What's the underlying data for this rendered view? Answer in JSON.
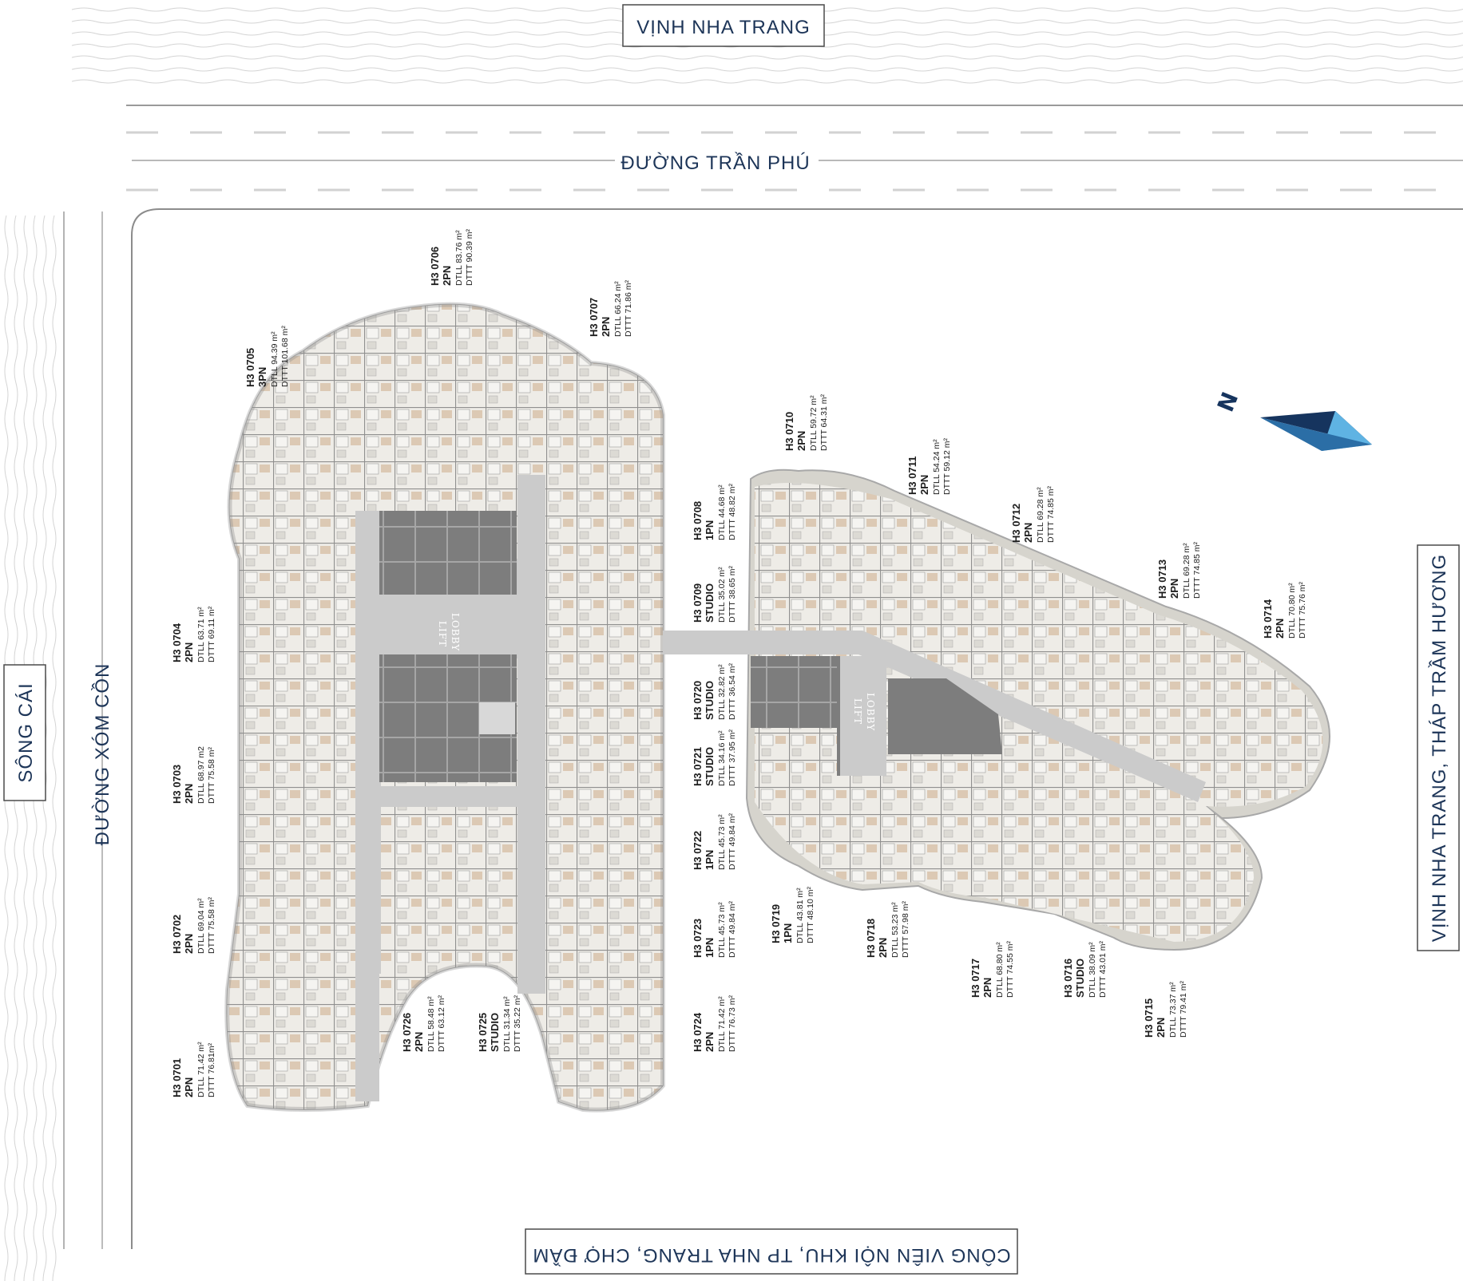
{
  "surroundings": {
    "north": "VỊNH NHA TRANG",
    "street_north": "ĐƯỜNG TRẦN PHÚ",
    "west_river": "SÔNG CÁI",
    "west_street": "ĐƯỜNG XÓM CỒN",
    "east": "VỊNH NHA TRANG, THÁP TRẦM HƯƠNG",
    "south": "CÔNG VIÊN NỘI KHU, TP NHA TRANG, CHỢ ĐẦM"
  },
  "compass": {
    "letter": "N"
  },
  "lobbies": [
    {
      "line1": "LIFT",
      "line2": "LOBBY"
    },
    {
      "line1": "LIFT",
      "line2": "LOBBY"
    }
  ],
  "units": [
    {
      "code": "H3 0701",
      "type": "2PN",
      "dtll": "DTLL 71.42 m²",
      "dttt": "DTTT 76.81m²"
    },
    {
      "code": "H3 0702",
      "type": "2PN",
      "dtll": "DTLL 69.04 m²",
      "dttt": "DTTT 75.58 m²"
    },
    {
      "code": "H3 0703",
      "type": "2PN",
      "dtll": "DTLL 68.97 m2",
      "dttt": "DTTT 75.58 m²"
    },
    {
      "code": "H3 0704",
      "type": "2PN",
      "dtll": "DTLL 63.71 m²",
      "dttt": "DTTT 69.11 m²"
    },
    {
      "code": "H3 0705",
      "type": "3PN",
      "dtll": "DTLL 94.39 m²",
      "dttt": "DTTT 101.68 m²"
    },
    {
      "code": "H3 0706",
      "type": "2PN",
      "dtll": "DTLL 83.76 m²",
      "dttt": "DTTT 90.39 m²"
    },
    {
      "code": "H3 0707",
      "type": "2PN",
      "dtll": "DTLL 66.24 m²",
      "dttt": "DTTT 71.86 m²"
    },
    {
      "code": "H3 0708",
      "type": "1PN",
      "dtll": "DTLL 44.68 m²",
      "dttt": "DTTT 48.82 m²"
    },
    {
      "code": "H3 0709",
      "type": "STUDIO",
      "dtll": "DTLL 35.02 m²",
      "dttt": "DTTT 38.65 m²"
    },
    {
      "code": "H3 0710",
      "type": "2PN",
      "dtll": "DTLL 59.72 m²",
      "dttt": "DTTT 64.31 m²"
    },
    {
      "code": "H3 0711",
      "type": "2PN",
      "dtll": "DTLL 54.24 m²",
      "dttt": "DTTT 59.12 m²"
    },
    {
      "code": "H3 0712",
      "type": "2PN",
      "dtll": "DTLL 69.28 m²",
      "dttt": "DTTT 74.85 m²"
    },
    {
      "code": "H3 0713",
      "type": "2PN",
      "dtll": "DTLL 69.28 m²",
      "dttt": "DTTT 74.85 m²"
    },
    {
      "code": "H3 0714",
      "type": "2PN",
      "dtll": "DTLL 70.80 m²",
      "dttt": "DTTT 75.76 m²"
    },
    {
      "code": "H3 0715",
      "type": "2PN",
      "dtll": "DTLL 73.37 m²",
      "dttt": "DTTT 79.41 m²"
    },
    {
      "code": "H3 0716",
      "type": "STUDIO",
      "dtll": "DTLL 38.09 m²",
      "dttt": "DTTT 43.01 m²"
    },
    {
      "code": "H3 0717",
      "type": "2PN",
      "dtll": "DTLL 68.80 m²",
      "dttt": "DTTT 74.55 m²"
    },
    {
      "code": "H3 0718",
      "type": "2PN",
      "dtll": "DTLL 53.23 m²",
      "dttt": "DTTT 57.98 m²"
    },
    {
      "code": "H3 0719",
      "type": "1PN",
      "dtll": "DTLL 43.81 m²",
      "dttt": "DTTT 48.10 m²"
    },
    {
      "code": "H3 0720",
      "type": "STUDIO",
      "dtll": "DTLL 32.82 m²",
      "dttt": "DTTT 36.54 m²"
    },
    {
      "code": "H3 0721",
      "type": "STUDIO",
      "dtll": "DTLL 34.16 m²",
      "dttt": "DTTT 37.95 m²"
    },
    {
      "code": "H3 0722",
      "type": "1PN",
      "dtll": "DTLL 45.73 m²",
      "dttt": "DTTT 49.84 m²"
    },
    {
      "code": "H3 0723",
      "type": "1PN",
      "dtll": "DTLL 45.73 m²",
      "dttt": "DTTT 49.84 m²"
    },
    {
      "code": "H3 0724",
      "type": "2PN",
      "dtll": "DTLL 71.42 m²",
      "dttt": "DTTT 76.73 m²"
    },
    {
      "code": "H3 0725",
      "type": "STUDIO",
      "dtll": "DTLL 31.34 m²",
      "dttt": "DTTT 35.22 m²"
    },
    {
      "code": "H3 0726",
      "type": "2PN",
      "dtll": "DTLL 58.48 m²",
      "dttt": "DTTT 63.12 m²"
    }
  ],
  "colors": {
    "navy": "#1d3558",
    "compass_light": "#5fb3e3",
    "compass_dark": "#16345e",
    "corridor": "#c9c9c9",
    "core": "#7d7d7d",
    "floor": "#eeece7",
    "wood": "#c9a47e",
    "landscape": "#d8d6cf"
  }
}
